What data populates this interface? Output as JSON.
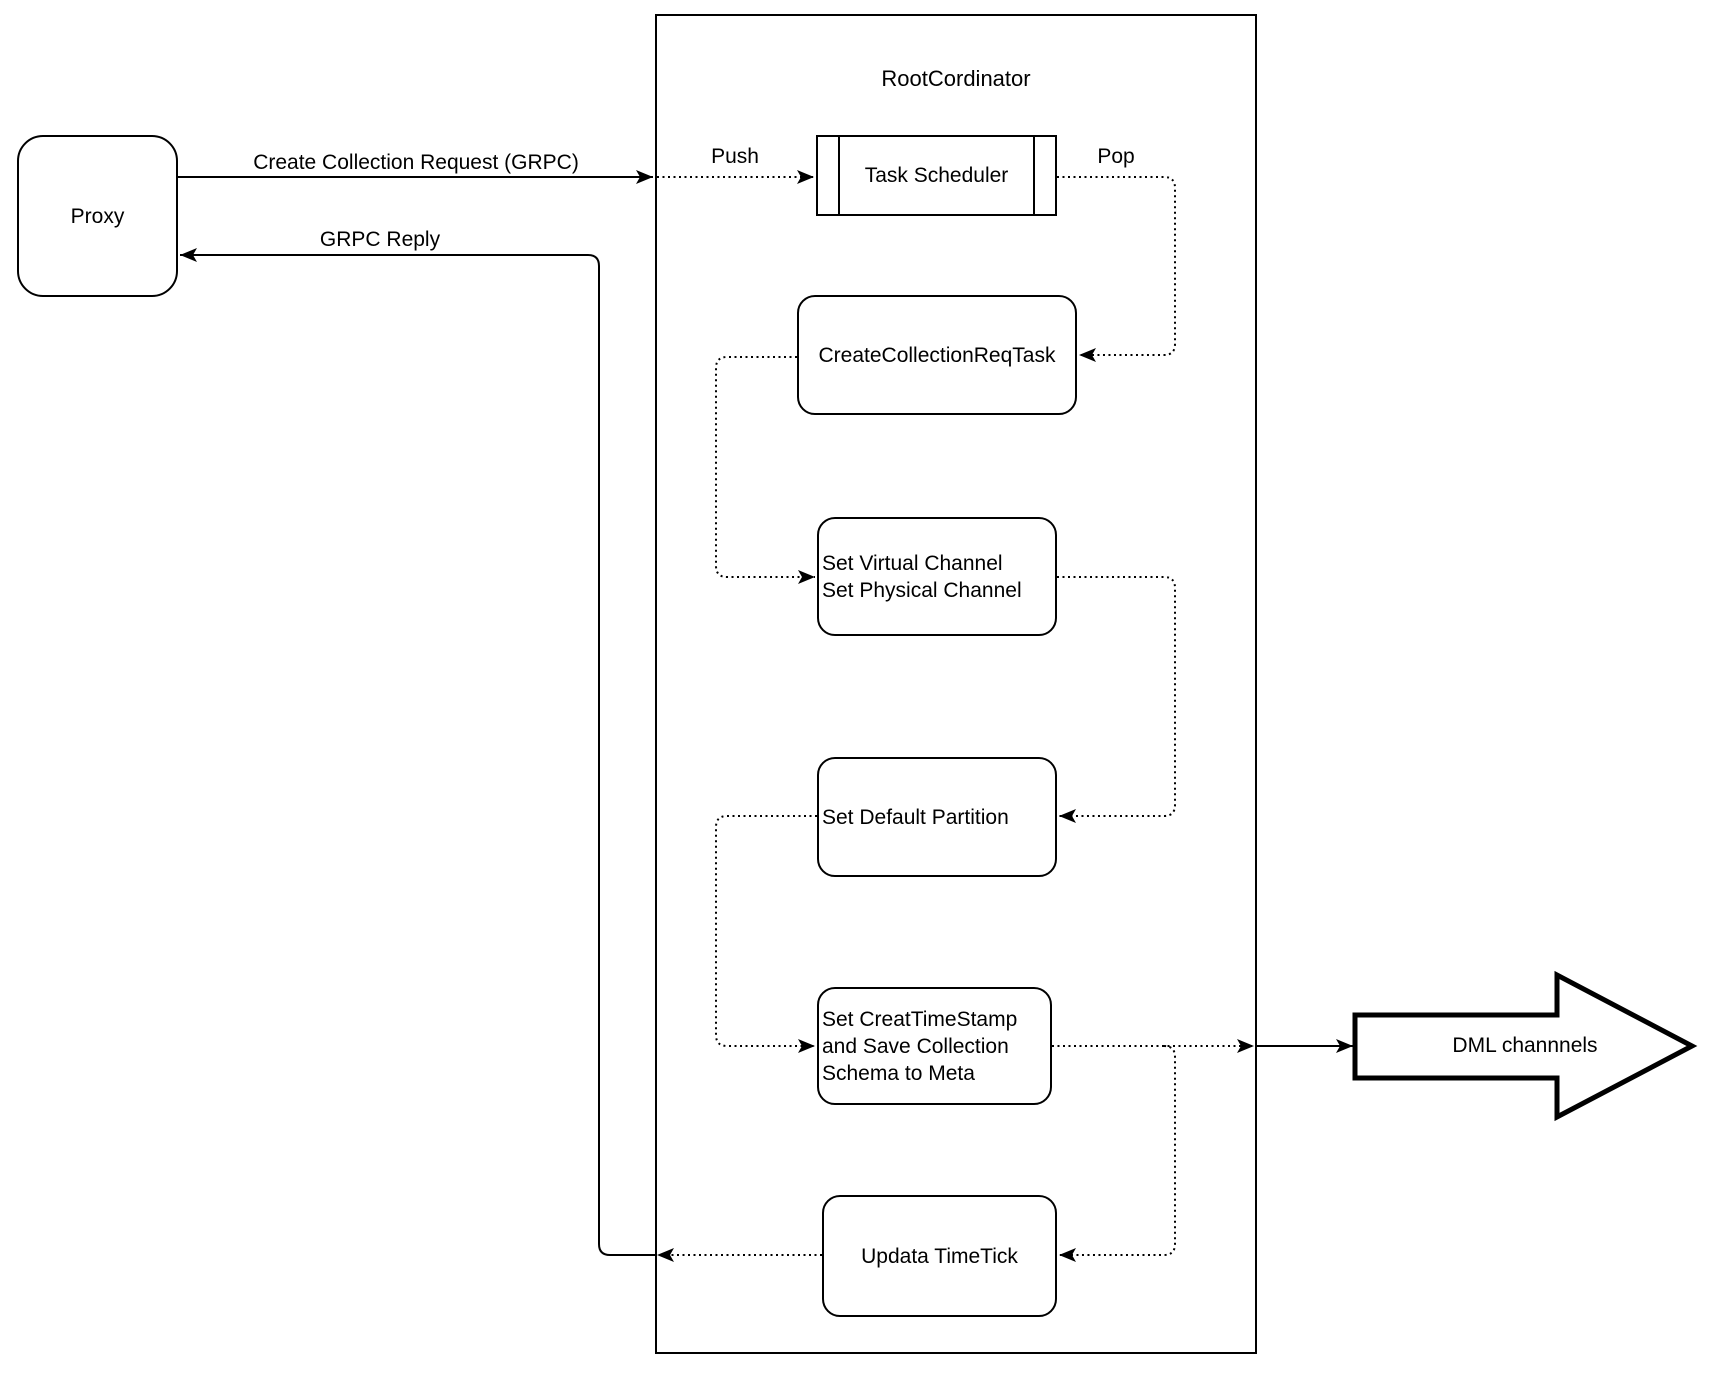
{
  "root_coordinator": {
    "title": "RootCordinator"
  },
  "nodes": {
    "proxy": "Proxy",
    "task_scheduler": "Task Scheduler",
    "create_collection_req_task": "CreateCollectionReqTask",
    "set_channels": "Set Virtual Channel\nSet Physical Channel",
    "set_default_partition": "Set Default Partition",
    "set_timestamp": "Set CreatTimeStamp\nand Save Collection\nSchema to Meta",
    "update_timetick": "Updata TimeTick",
    "dml_channels": "DML channnels"
  },
  "edge_labels": {
    "request": "Create Collection Request (GRPC)",
    "reply": "GRPC Reply",
    "push": "Push",
    "pop": "Pop"
  },
  "colors": {
    "stroke": "#000000",
    "background": "#ffffff"
  }
}
